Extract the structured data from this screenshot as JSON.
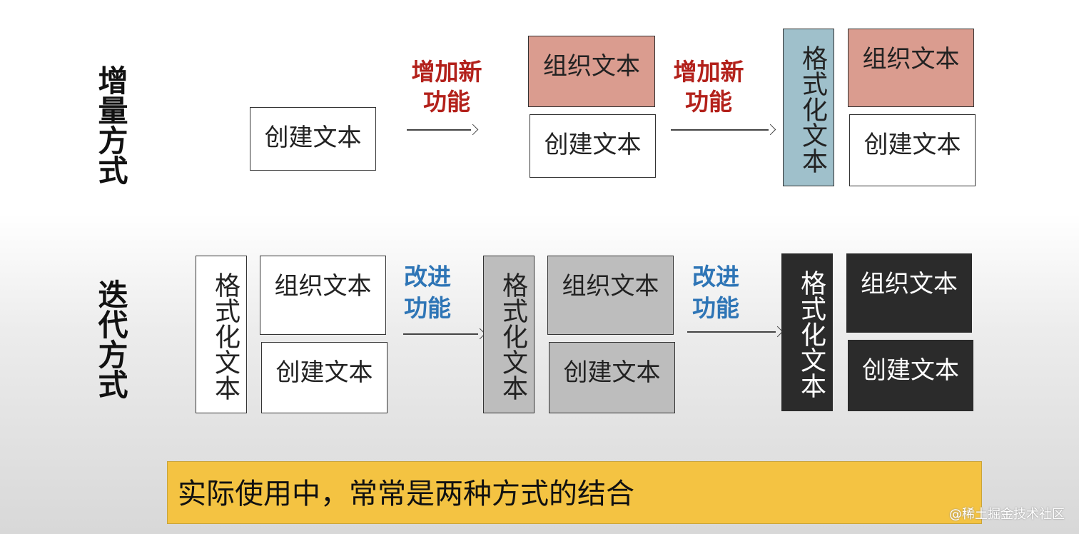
{
  "incremental": {
    "title": "增量方式",
    "step1": {
      "create": "创建文本"
    },
    "arrow1_label": "增加新功能",
    "step2": {
      "organize": "组织文本",
      "create": "创建文本"
    },
    "arrow2_label": "增加新功能",
    "step3": {
      "format": "格式化文本",
      "organize": "组织文本",
      "create": "创建文本"
    }
  },
  "iterative": {
    "title": "迭代方式",
    "step1": {
      "format": "格式化文本",
      "organize": "组织文本",
      "create": "创建文本"
    },
    "arrow1_label": "改进功能",
    "step2": {
      "format": "格式化文本",
      "organize": "组织文本",
      "create": "创建文本"
    },
    "arrow2_label": "改进功能",
    "step3": {
      "format": "格式化文本",
      "organize": "组织文本",
      "create": "创建文本"
    }
  },
  "banner": {
    "text": "实际使用中，常常是两种方式的结合"
  },
  "watermark": "@稀土掘金技术社区",
  "colors": {
    "label_red": "#b3211b",
    "label_blue": "#2e75b6",
    "pink_box": "#da9c8f",
    "teal_box": "#9fc0cb",
    "gray_box": "#bdbdbd",
    "black_box": "#2b2b2b",
    "banner": "#f4c342"
  }
}
